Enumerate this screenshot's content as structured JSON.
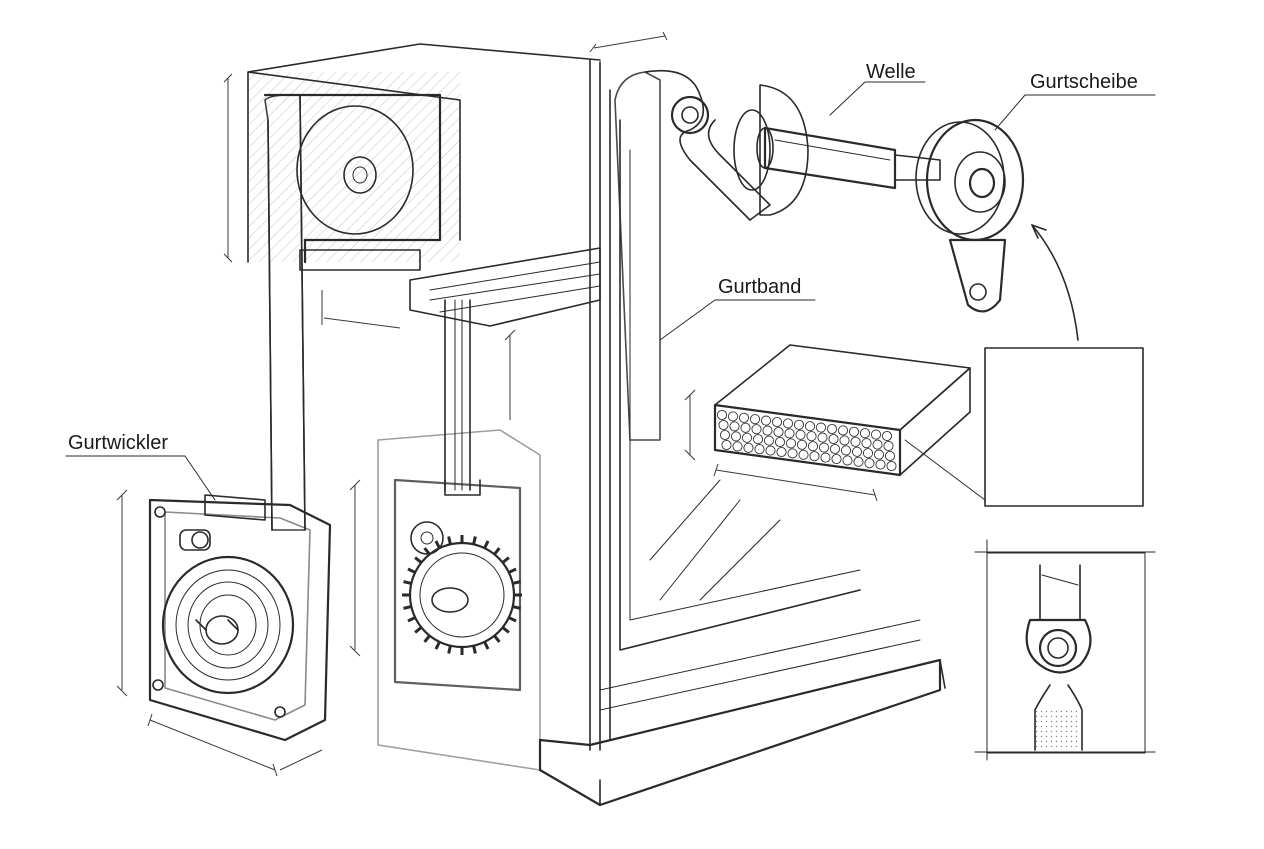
{
  "labels": {
    "welle": "Welle",
    "gurtscheibe": "Gurtscheibe",
    "gurtband": "Gurtband",
    "gurtwickler": "Gurtwickler"
  },
  "colors": {
    "ink": "#2a2a2a",
    "paper": "#ffffff",
    "shade": "#bdbdbd"
  }
}
